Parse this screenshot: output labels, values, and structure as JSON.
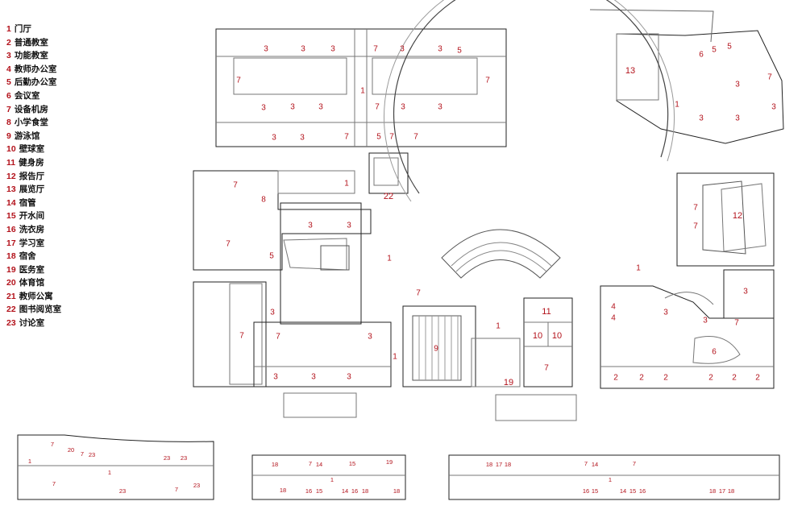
{
  "legend": [
    {
      "num": "1",
      "name": "门厅"
    },
    {
      "num": "2",
      "name": "普通教室"
    },
    {
      "num": "3",
      "name": "功能教室"
    },
    {
      "num": "4",
      "name": "教师办公室"
    },
    {
      "num": "5",
      "name": "后勤办公室"
    },
    {
      "num": "6",
      "name": "会议室"
    },
    {
      "num": "7",
      "name": "设备机房"
    },
    {
      "num": "8",
      "name": "小学食堂"
    },
    {
      "num": "9",
      "name": "游泳馆"
    },
    {
      "num": "10",
      "name": "壁球室"
    },
    {
      "num": "11",
      "name": "健身房"
    },
    {
      "num": "12",
      "name": "报告厅"
    },
    {
      "num": "13",
      "name": "展览厅"
    },
    {
      "num": "14",
      "name": "宿管"
    },
    {
      "num": "15",
      "name": "开水间"
    },
    {
      "num": "16",
      "name": "洗衣房"
    },
    {
      "num": "17",
      "name": "学习室"
    },
    {
      "num": "18",
      "name": "宿舍"
    },
    {
      "num": "19",
      "name": "医务室"
    },
    {
      "num": "20",
      "name": "体育馆"
    },
    {
      "num": "21",
      "name": "教师公寓"
    },
    {
      "num": "22",
      "name": "图书阅览室"
    },
    {
      "num": "23",
      "name": "讨论室"
    }
  ],
  "room_labels": [
    {
      "text": "3"
    },
    {
      "text": "3"
    },
    {
      "text": "3"
    },
    {
      "text": "7"
    },
    {
      "text": "3"
    },
    {
      "text": "3"
    },
    {
      "text": "5"
    },
    {
      "text": "7"
    },
    {
      "text": "7"
    },
    {
      "text": "1"
    },
    {
      "text": "3"
    },
    {
      "text": "3"
    },
    {
      "text": "3"
    },
    {
      "text": "7"
    },
    {
      "text": "3"
    },
    {
      "text": "3"
    },
    {
      "text": "3"
    },
    {
      "text": "3"
    },
    {
      "text": "7"
    },
    {
      "text": "5"
    },
    {
      "text": "7"
    },
    {
      "text": "7"
    },
    {
      "text": "13"
    },
    {
      "text": "6"
    },
    {
      "text": "5"
    },
    {
      "text": "5"
    },
    {
      "text": "3"
    },
    {
      "text": "7"
    },
    {
      "text": "1"
    },
    {
      "text": "3"
    },
    {
      "text": "3"
    },
    {
      "text": "3"
    },
    {
      "text": "7"
    },
    {
      "text": "8"
    },
    {
      "text": "1"
    },
    {
      "text": "22"
    },
    {
      "text": "3"
    },
    {
      "text": "3"
    },
    {
      "text": "7"
    },
    {
      "text": "5"
    },
    {
      "text": "1"
    },
    {
      "text": "7"
    },
    {
      "text": "7"
    },
    {
      "text": "3"
    },
    {
      "text": "7"
    },
    {
      "text": "3"
    },
    {
      "text": "1"
    },
    {
      "text": "9"
    },
    {
      "text": "1"
    },
    {
      "text": "11"
    },
    {
      "text": "10"
    },
    {
      "text": "10"
    },
    {
      "text": "7"
    },
    {
      "text": "19"
    },
    {
      "text": "3"
    },
    {
      "text": "3"
    },
    {
      "text": "3"
    },
    {
      "text": "7"
    },
    {
      "text": "12"
    },
    {
      "text": "7"
    },
    {
      "text": "1"
    },
    {
      "text": "3"
    },
    {
      "text": "4"
    },
    {
      "text": "4"
    },
    {
      "text": "3"
    },
    {
      "text": "3"
    },
    {
      "text": "7"
    },
    {
      "text": "6"
    },
    {
      "text": "2"
    },
    {
      "text": "2"
    },
    {
      "text": "2"
    },
    {
      "text": "2"
    },
    {
      "text": "2"
    },
    {
      "text": "2"
    },
    {
      "text": "7"
    },
    {
      "text": "20"
    },
    {
      "text": "7"
    },
    {
      "text": "23"
    },
    {
      "text": "1"
    },
    {
      "text": "7"
    },
    {
      "text": "23"
    },
    {
      "text": "23"
    },
    {
      "text": "1"
    },
    {
      "text": "23"
    },
    {
      "text": "7"
    },
    {
      "text": "23"
    },
    {
      "text": "18"
    },
    {
      "text": "7"
    },
    {
      "text": "14"
    },
    {
      "text": "15"
    },
    {
      "text": "19"
    },
    {
      "text": "1"
    },
    {
      "text": "18"
    },
    {
      "text": "16"
    },
    {
      "text": "15"
    },
    {
      "text": "14"
    },
    {
      "text": "16"
    },
    {
      "text": "18"
    },
    {
      "text": "18"
    },
    {
      "text": "18"
    },
    {
      "text": "17"
    },
    {
      "text": "18"
    },
    {
      "text": "7"
    },
    {
      "text": "14"
    },
    {
      "text": "7"
    },
    {
      "text": "1"
    },
    {
      "text": "16"
    },
    {
      "text": "15"
    },
    {
      "text": "14"
    },
    {
      "text": "15"
    },
    {
      "text": "16"
    },
    {
      "text": "18"
    },
    {
      "text": "17"
    },
    {
      "text": "18"
    }
  ]
}
